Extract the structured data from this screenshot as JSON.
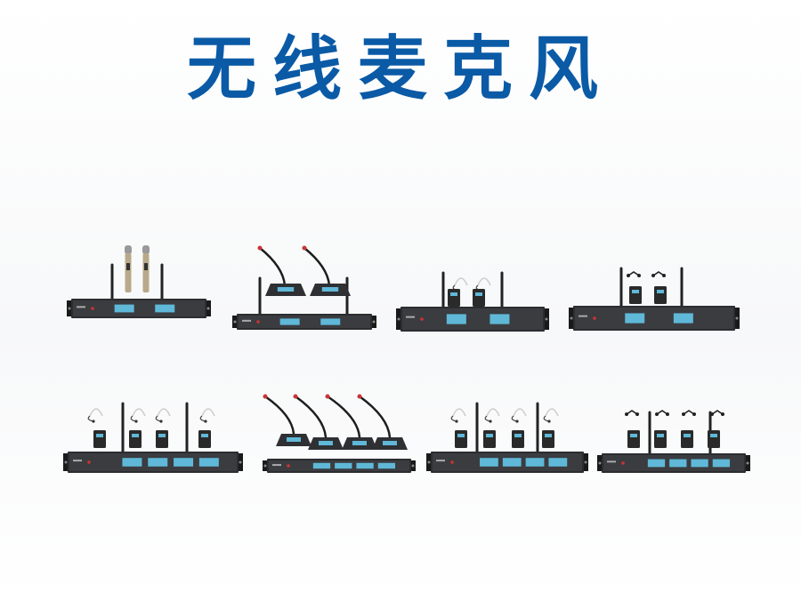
{
  "header": {
    "title": "无线麦克风"
  },
  "colors": {
    "title": "#0a5aa6",
    "receiver_body": "#2b2d30",
    "receiver_face": "#3a3c40",
    "display": "#5fb8d8",
    "antenna": "#222222",
    "handheld": "#b8a98a",
    "gooseneck": "#1e1e1e",
    "bodypack": "#2a2a2a",
    "headset": "#cfcfcf"
  },
  "products": [
    {
      "kind": "handheld-2ch",
      "icon": "dual-handheld-receiver-icon"
    },
    {
      "kind": "gooseneck-2ch",
      "icon": "dual-gooseneck-conference-icon"
    },
    {
      "kind": "headset-2ch",
      "icon": "dual-headset-bodypack-icon"
    },
    {
      "kind": "lavalier-2ch",
      "icon": "dual-lavalier-bodypack-icon"
    },
    {
      "kind": "headset-4ch",
      "icon": "quad-headset-bodypack-icon"
    },
    {
      "kind": "gooseneck-4ch",
      "icon": "quad-gooseneck-conference-icon"
    },
    {
      "kind": "headset-4ch-b",
      "icon": "quad-headset-bodypack-icon-b"
    },
    {
      "kind": "lavalier-4ch",
      "icon": "quad-lavalier-bodypack-icon"
    }
  ]
}
